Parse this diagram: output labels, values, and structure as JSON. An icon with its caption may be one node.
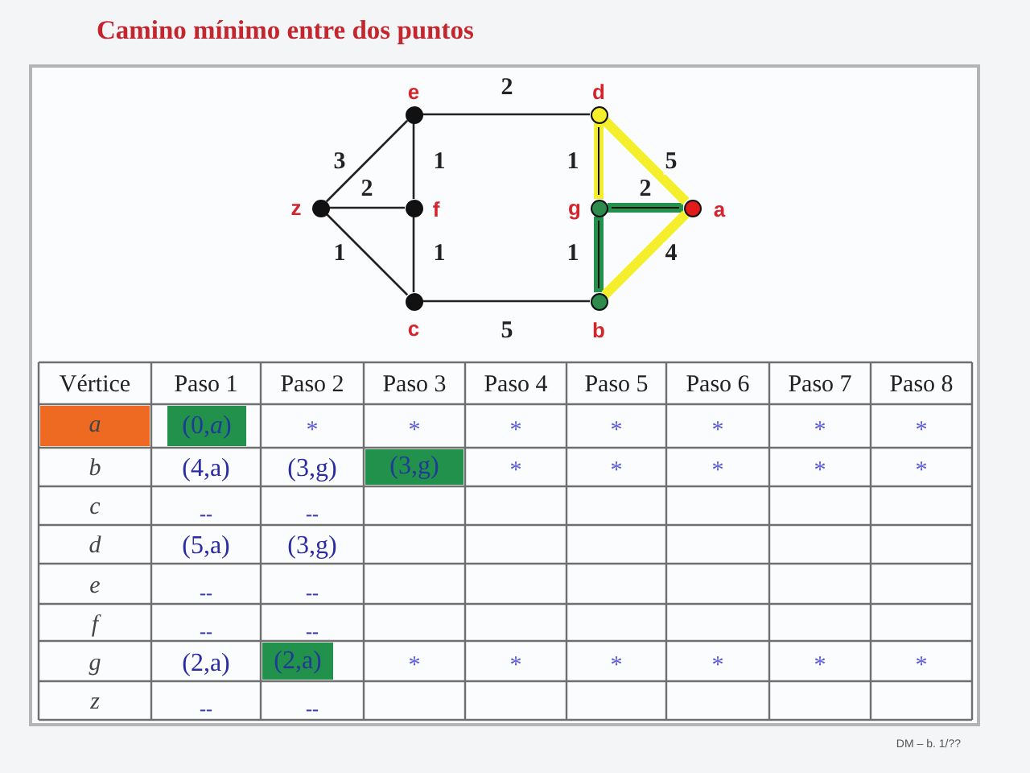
{
  "diagram": {
    "title": "Camino mínimo entre dos puntos",
    "nodes": [
      {
        "text": [],
        "shape": "circle",
        "beside": [
          "e"
        ]
      },
      {
        "text": [],
        "shape": "circle",
        "beside": [
          "d"
        ]
      },
      {
        "text": [],
        "shape": "circle",
        "beside": [
          "z"
        ]
      },
      {
        "text": [],
        "shape": "circle",
        "beside": [
          "f"
        ]
      },
      {
        "text": [],
        "shape": "circle",
        "beside": [
          "g"
        ]
      },
      {
        "text": [],
        "shape": "circle",
        "beside": [
          "a"
        ]
      },
      {
        "text": [],
        "shape": "circle",
        "beside": [
          "c"
        ]
      },
      {
        "text": [],
        "shape": "circle",
        "beside": [
          "b"
        ]
      }
    ],
    "edges": [
      {
        "from": 2,
        "to": 0,
        "arrow": "none",
        "label": "3"
      },
      {
        "from": 2,
        "to": 3,
        "arrow": "none",
        "label": "2"
      },
      {
        "from": 2,
        "to": 6,
        "arrow": "none",
        "label": "1"
      },
      {
        "from": 0,
        "to": 3,
        "arrow": "none",
        "label": "1"
      },
      {
        "from": 3,
        "to": 6,
        "arrow": "none",
        "label": "1"
      },
      {
        "from": 0,
        "to": 1,
        "arrow": "none",
        "label": "2"
      },
      {
        "from": 6,
        "to": 7,
        "arrow": "none",
        "label": "5"
      },
      {
        "from": 1,
        "to": 4,
        "arrow": "none",
        "label": "1",
        "style": "thick",
        "color": "#f4ef2a"
      },
      {
        "from": 4,
        "to": 7,
        "arrow": "none",
        "label": "1",
        "style": "thick",
        "color": "#21914b"
      },
      {
        "from": 4,
        "to": 5,
        "arrow": "none",
        "label": "2",
        "style": "thick",
        "color": "#21914b"
      },
      {
        "from": 1,
        "to": 5,
        "arrow": "none",
        "label": "5",
        "style": "thick",
        "color": "#f4ef2a"
      },
      {
        "from": 7,
        "to": 5,
        "arrow": "none",
        "label": "4",
        "style": "thick",
        "color": "#f4ef2a"
      }
    ],
    "labels": [
      "Vértice",
      "Paso 1",
      "Paso 2",
      "Paso 3",
      "Paso 4",
      "Paso 5",
      "Paso 6",
      "Paso 7",
      "Paso 8",
      "a",
      "(0,*a*)",
      "*",
      "*",
      "*",
      "*",
      "*",
      "*",
      "*",
      "b",
      "(4,a)",
      "(3,g)",
      "(3,g)",
      "*",
      "*",
      "*",
      "*",
      "*",
      "c",
      "--",
      "--",
      "d",
      "(5,a)",
      "(3,g)",
      "e",
      "--",
      "--",
      "f",
      "--",
      "--",
      "g",
      "(2,a)",
      "(2,a)",
      "*",
      "*",
      "*",
      "*",
      "*",
      "*",
      "z",
      "--",
      "--",
      "DM – b. 1/??"
    ]
  }
}
